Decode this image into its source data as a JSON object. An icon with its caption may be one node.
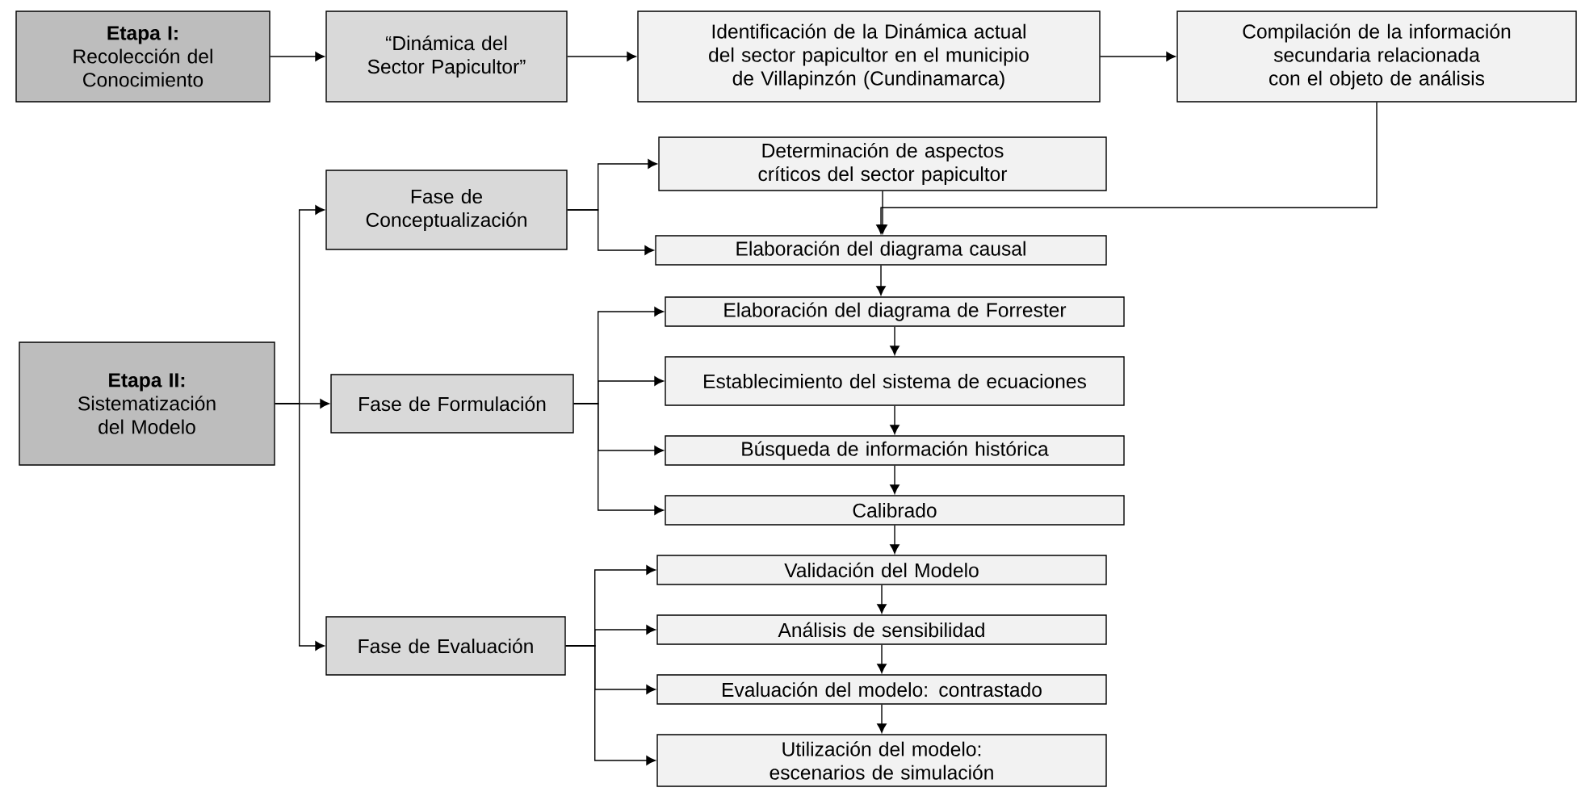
{
  "diagram": {
    "nodes": [
      {
        "text": [
          "Etapa I:",
          "Recolección del Conocimiento"
        ]
      },
      {
        "text": [
          "“Dinámica del Sector Papicultor”"
        ]
      },
      {
        "text": [
          "Identificación de la Dinámica actual del sector papicultor en el municipio de Villapinzón (Cundinamarca)"
        ]
      },
      {
        "text": [
          "Compilación de la información secundaria relacionada con el objeto de análisis"
        ]
      },
      {
        "text": [
          "Etapa II:",
          "Sistematización del Modelo"
        ]
      },
      {
        "text": [
          "Fase de Conceptualización"
        ]
      },
      {
        "text": [
          "Determinación de aspectos críticos del sector papicultor"
        ]
      },
      {
        "text": [
          "Elaboración del diagrama causal"
        ]
      },
      {
        "text": [
          "Fase de Formulación"
        ]
      },
      {
        "text": [
          "Elaboración del diagrama de Forrester"
        ]
      },
      {
        "text": [
          "Establecimiento del sistema de ecuaciones"
        ]
      },
      {
        "text": [
          "Búsqueda de información histórica"
        ]
      },
      {
        "text": [
          "Calibrado"
        ]
      },
      {
        "text": [
          "Fase de Evaluación"
        ]
      },
      {
        "text": [
          "Validación del Modelo"
        ]
      },
      {
        "text": [
          "Análisis de sensibilidad"
        ]
      },
      {
        "text": [
          "Evaluación del modelo: contrastado"
        ]
      },
      {
        "text": [
          "Utilización del modelo: escenarios de simulación"
        ]
      }
    ],
    "edges": [
      {
        "from": 0,
        "to": 1,
        "arrow": "to"
      },
      {
        "from": 1,
        "to": 2,
        "arrow": "to"
      },
      {
        "from": 2,
        "to": 3,
        "arrow": "to"
      },
      {
        "from": 3,
        "to": 7,
        "arrow": "to"
      },
      {
        "from": 4,
        "to": 5,
        "arrow": "to"
      },
      {
        "from": 4,
        "to": 8,
        "arrow": "to"
      },
      {
        "from": 4,
        "to": 13,
        "arrow": "to"
      },
      {
        "from": 5,
        "to": 6,
        "arrow": "to"
      },
      {
        "from": 5,
        "to": 7,
        "arrow": "to"
      },
      {
        "from": 6,
        "to": 7,
        "arrow": "to"
      },
      {
        "from": 7,
        "to": 9,
        "arrow": "to"
      },
      {
        "from": 8,
        "to": 9,
        "arrow": "to"
      },
      {
        "from": 8,
        "to": 10,
        "arrow": "to"
      },
      {
        "from": 8,
        "to": 11,
        "arrow": "to"
      },
      {
        "from": 8,
        "to": 12,
        "arrow": "to"
      },
      {
        "from": 9,
        "to": 10,
        "arrow": "to"
      },
      {
        "from": 10,
        "to": 11,
        "arrow": "to"
      },
      {
        "from": 11,
        "to": 12,
        "arrow": "to"
      },
      {
        "from": 12,
        "to": 14,
        "arrow": "to"
      },
      {
        "from": 13,
        "to": 14,
        "arrow": "to"
      },
      {
        "from": 13,
        "to": 15,
        "arrow": "to"
      },
      {
        "from": 13,
        "to": 16,
        "arrow": "to"
      },
      {
        "from": 13,
        "to": 17,
        "arrow": "to"
      },
      {
        "from": 14,
        "to": 15,
        "arrow": "to"
      },
      {
        "from": 15,
        "to": 16,
        "arrow": "to"
      },
      {
        "from": 16,
        "to": 17,
        "arrow": "to"
      }
    ]
  }
}
